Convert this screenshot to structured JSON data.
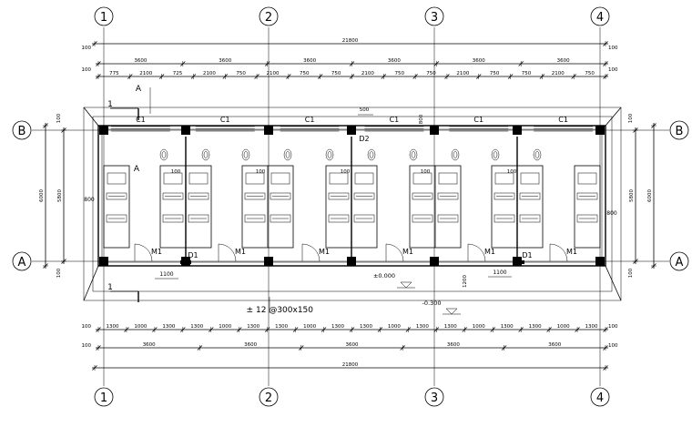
{
  "grid_labels": {
    "vertical": [
      "1",
      "2",
      "3",
      "4"
    ],
    "horizontal": [
      "B",
      "A"
    ]
  },
  "dims_top": {
    "overall": "21800",
    "edge": "100",
    "bays": [
      "3600",
      "3600",
      "3600",
      "3600",
      "3600",
      "3600"
    ],
    "details": [
      "775",
      "2100",
      "725",
      "2100",
      "750",
      "2100",
      "750",
      "750",
      "2100",
      "750",
      "750",
      "2100",
      "750",
      "750",
      "2100",
      "750"
    ]
  },
  "dims_bottom": {
    "overall": "21800",
    "edge": "100",
    "bays": [
      "3600",
      "3600",
      "3600",
      "3600",
      "3600"
    ],
    "details": [
      "1300",
      "1000",
      "1300",
      "1300",
      "1000",
      "1300",
      "1300",
      "1000",
      "1300",
      "1300",
      "1000",
      "1300",
      "1300",
      "1000",
      "1300",
      "1300",
      "1000",
      "1300"
    ]
  },
  "dims_side": {
    "left_overall": "6000",
    "left_inner": "5800",
    "right_overall": "6000",
    "right_inner": "5800",
    "edge": "100",
    "partition": "800"
  },
  "window_tags": [
    "C1",
    "C1",
    "C1",
    "C1",
    "C1",
    "C1"
  ],
  "door_tags": [
    "M1",
    "M1",
    "M1",
    "M1",
    "M1",
    "M1"
  ],
  "small_door_tags": [
    "D1",
    "D1"
  ],
  "section_marks": {
    "label": "A",
    "number_top": "1",
    "number_bottom": "1"
  },
  "annotations": {
    "d2": "D2",
    "width_500": "500",
    "width_800": "800",
    "stall_100": "100",
    "door_1100": "1100",
    "v1200": "1200",
    "level_zero": "±0.000",
    "level_minus": "-0.300",
    "beam_note": "12 @300x150"
  }
}
